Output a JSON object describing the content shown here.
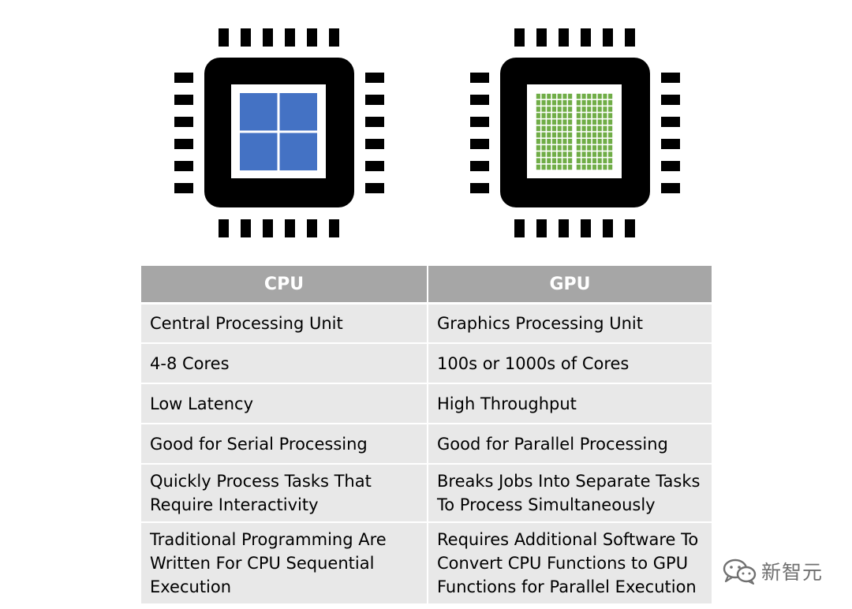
{
  "chips": {
    "cpu": {
      "name": "CPU chip",
      "core_color": "#4472c4",
      "core_grid": [
        2,
        2
      ]
    },
    "gpu": {
      "name": "GPU chip",
      "core_color": "#70ad47",
      "core_grid": [
        14,
        12
      ]
    }
  },
  "colors": {
    "chip_body": "#000000",
    "header_bg": "#a6a6a6",
    "row_bg": "#e8e8e8",
    "watermark": "#707070"
  },
  "table": {
    "headers": [
      "CPU",
      "GPU"
    ],
    "rows": [
      {
        "cpu": "Central Processing Unit",
        "gpu": "Graphics Processing Unit"
      },
      {
        "cpu": "4-8 Cores",
        "gpu": "100s or 1000s of Cores"
      },
      {
        "cpu": "Low Latency",
        "gpu": "High Throughput"
      },
      {
        "cpu": "Good for Serial Processing",
        "gpu": "Good for Parallel Processing"
      },
      {
        "cpu": "Quickly Process Tasks That Require Interactivity",
        "gpu": "Breaks Jobs Into Separate Tasks To Process Simultaneously"
      },
      {
        "cpu": "Traditional Programming Are Written For CPU Sequential Execution",
        "gpu": "Requires Additional Software To Convert CPU Functions to GPU Functions for Parallel Execution"
      }
    ]
  },
  "watermark": {
    "icon": "wechat-logo-icon",
    "text": "新智元"
  }
}
